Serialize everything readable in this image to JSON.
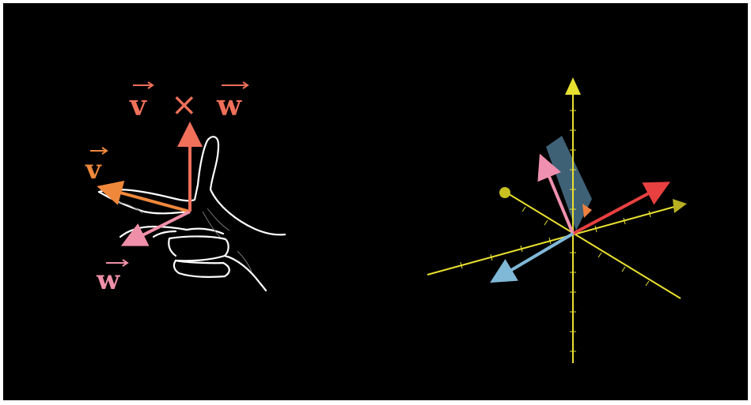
{
  "labels": {
    "v": "v",
    "w": "w",
    "cross_symbol": "×"
  },
  "colors": {
    "background": "#000000",
    "v_color": "#f0883c",
    "w_color": "#f090a8",
    "cross_color": "#f0705a",
    "hand_outline": "#ffffff",
    "axis_color": "#e8e030",
    "red_vector": "#e84040",
    "pink_vector": "#f090b0",
    "blue_vector": "#80b8d8",
    "orange_vector": "#f08040",
    "plane_color": "#5a8aa8"
  },
  "icons": {
    "left_figure": "right-hand-rule-illustration",
    "right_figure": "3d-axes-with-vectors"
  }
}
